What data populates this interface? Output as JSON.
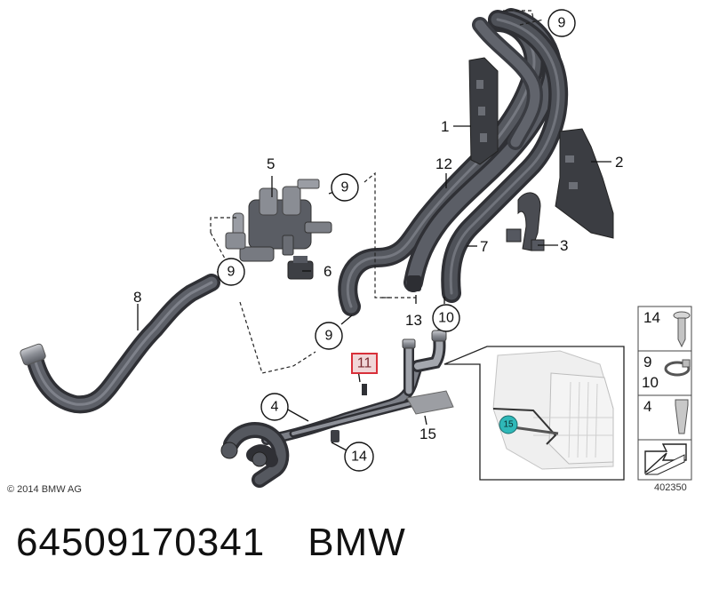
{
  "copyright": "© 2014 BMW AG",
  "drawing_number": "402350",
  "part_number": "64509170341",
  "brand": "BMW",
  "callouts": {
    "c1": "1",
    "c2": "2",
    "c3": "3",
    "c4": "4",
    "c5": "5",
    "c6": "6",
    "c7": "7",
    "c8": "8",
    "c9a": "9",
    "c9b": "9",
    "c9c": "9",
    "c9d": "9",
    "c10": "10",
    "c11": "11",
    "c12": "12",
    "c13": "13",
    "c14": "14",
    "c15": "15"
  },
  "inset_marker": "15",
  "legend": {
    "row1": "14",
    "row2a": "9",
    "row2b": "10",
    "row3": "4"
  },
  "colors": {
    "hose": "#4a4c52",
    "hose_light": "#6b6e76",
    "highlight_box": "#d8303a",
    "inset_marker": "#2fb8b8"
  }
}
